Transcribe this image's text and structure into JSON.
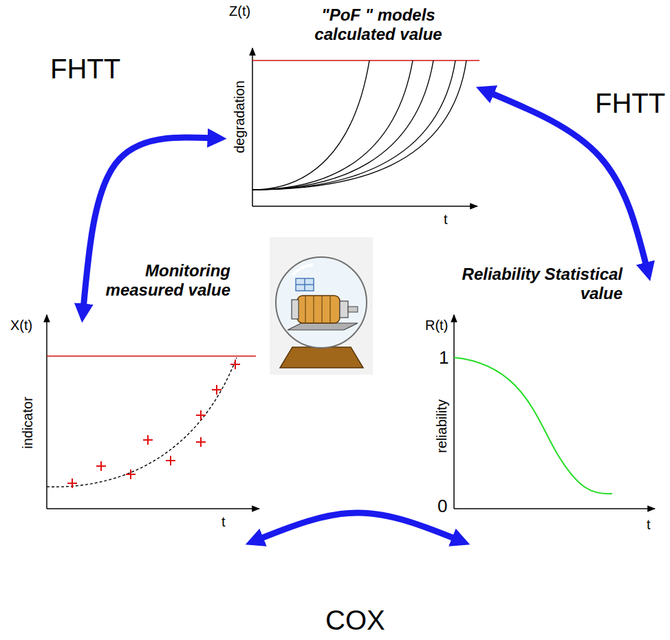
{
  "diagram": {
    "nodes": [
      {
        "text": [
          "\"PoF \" models calculated value",
          "Z(t)",
          "degradation",
          "t"
        ]
      },
      {
        "text": [
          "Monitoring measured value",
          "X(t)",
          "indicator",
          "t"
        ]
      },
      {
        "text": [
          "Reliability Statistical value",
          "R(t)",
          "1",
          "0",
          "reliability",
          "t"
        ]
      }
    ],
    "edges": [
      {
        "from": 0,
        "to": 1,
        "label": "FHTT",
        "arrow": "both"
      },
      {
        "from": 0,
        "to": 2,
        "label": "FHTT",
        "arrow": "both"
      },
      {
        "from": 1,
        "to": 2,
        "label": "COX",
        "arrow": "both"
      }
    ]
  }
}
